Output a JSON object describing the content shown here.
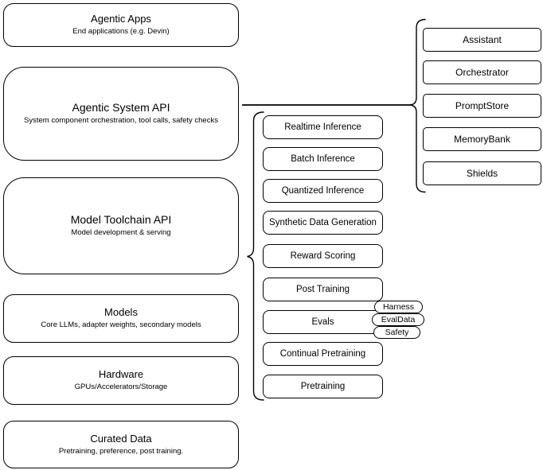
{
  "diagram": {
    "left_stack": {
      "boxes": [
        {
          "title": "Agentic Apps",
          "subtitle": "End applications (e.g. Devin)"
        },
        {
          "title": "Agentic System API",
          "subtitle": "System component orchestration, tool calls, safety checks"
        },
        {
          "title": "Model Toolchain API",
          "subtitle": "Model development & serving"
        },
        {
          "title": "Models",
          "subtitle": "Core LLMs, adapter weights, secondary models"
        },
        {
          "title": "Hardware",
          "subtitle": "GPUs/Accelerators/Storage"
        },
        {
          "title": "Curated Data",
          "subtitle": "Pretraining, preference, post training."
        }
      ]
    },
    "toolchain_group": {
      "items": [
        "Realtime Inference",
        "Batch Inference",
        "Quantized Inference",
        "Synthetic Data Generation",
        "Reward Scoring",
        "Post Training",
        "Evals",
        "Continual Pretraining",
        "Pretraining"
      ],
      "eval_tags": [
        "Harness",
        "EvalData",
        "Safety"
      ]
    },
    "system_group": {
      "items": [
        "Assistant",
        "Orchestrator",
        "PromptStore",
        "MemoryBank",
        "Shields"
      ]
    },
    "colors": {
      "line": "#000000",
      "box_fill": "#ffffff",
      "text": "#000000",
      "background": "#ffffff"
    }
  }
}
